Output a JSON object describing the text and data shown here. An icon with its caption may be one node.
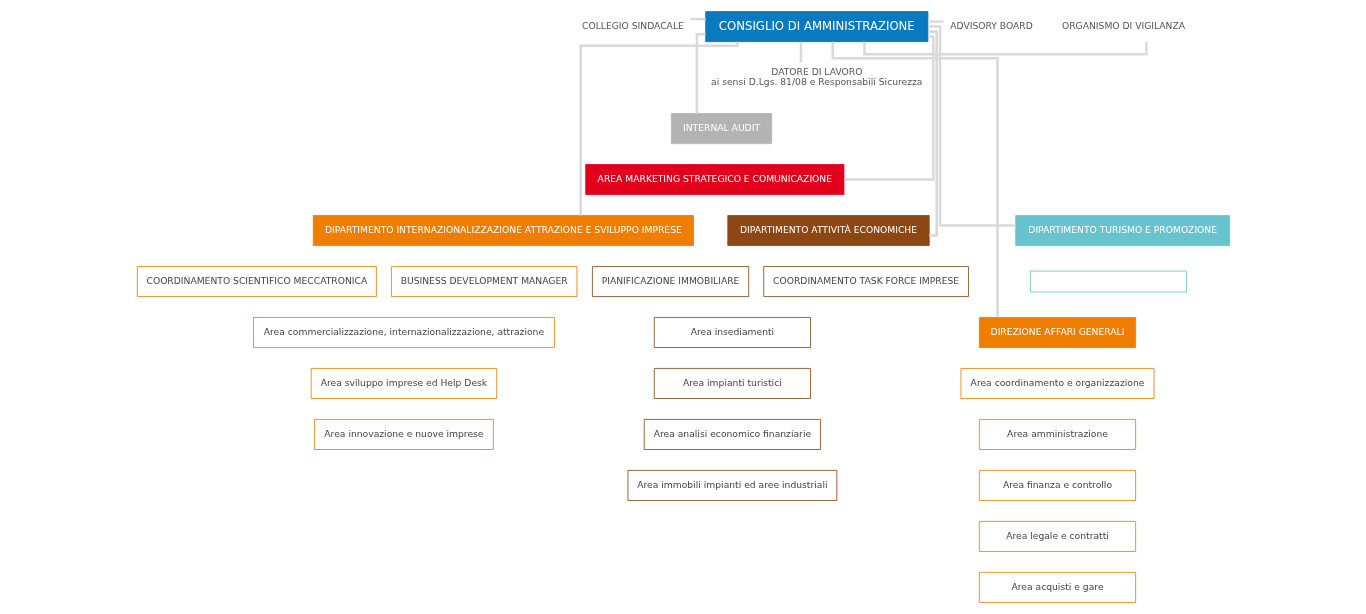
{
  "diagram": {
    "nodes": [
      {
        "text": [
          "CONSIGLIO DI AMMINISTRAZIONE"
        ]
      },
      {
        "text": [
          "COLLEGIO SINDACALE"
        ]
      },
      {
        "text": [
          "ADVISORY BOARD"
        ]
      },
      {
        "text": [
          "ORGANISMO DI VIGILANZA"
        ]
      },
      {
        "text": [
          "DATORE DI LAVORO",
          "ai sensi D.Lgs. 81/08 e Responsabili Sicurezza"
        ]
      },
      {
        "text": [
          "INTERNAL AUDIT"
        ]
      },
      {
        "text": [
          "AREA MARKETING STRATEGICO E COMUNICAZIONE"
        ]
      },
      {
        "text": [
          "DIREZIONE AFFARI GENERALI"
        ]
      },
      {
        "text": [
          "Area coordinamento e organizzazione"
        ]
      },
      {
        "text": [
          "Area amministrazione"
        ]
      },
      {
        "text": [
          "Area finanza e controllo"
        ]
      },
      {
        "text": [
          "Area legale e contratti"
        ]
      },
      {
        "text": [
          "Area acquisti e gare"
        ]
      },
      {
        "text": [
          "DIPARTIMENTO INTERNAZIONALIZZAZIONE ATTRAZIONE E SVILUPPO IMPRESE"
        ]
      },
      {
        "text": [
          "COORDINAMENTO SCIENTIFICO MECCATRONICA"
        ]
      },
      {
        "text": [
          "BUSINESS DEVELOPMENT MANAGER"
        ]
      },
      {
        "text": [
          "Area commercializzazione, internazionalizzazione, attrazione"
        ]
      },
      {
        "text": [
          "Area sviluppo imprese ed Help Desk"
        ]
      },
      {
        "text": [
          "Area innovazione e nuove imprese"
        ]
      },
      {
        "text": [
          "DIPARTIMENTO ATTIVITÀ ECONOMICHE"
        ]
      },
      {
        "text": [
          "PIANIFICAZIONE IMMOBILIARE"
        ]
      },
      {
        "text": [
          "COORDINAMENTO TASK FORCE IMPRESE"
        ]
      },
      {
        "text": [
          "Area insediamenti"
        ]
      },
      {
        "text": [
          "Area impianti turistici"
        ]
      },
      {
        "text": [
          "Area analisi economico finanziarie"
        ]
      },
      {
        "text": [
          "Area immobili impianti ed aree industriali"
        ]
      },
      {
        "text": [
          "DIPARTIMENTO TURISMO E PROMOZIONE"
        ]
      },
      {
        "text": [],
        "shape": "box"
      }
    ],
    "edges": [
      {
        "from": 0,
        "to": 1,
        "arrow": "none"
      },
      {
        "from": 0,
        "to": 2,
        "arrow": "none"
      },
      {
        "from": 0,
        "to": 3,
        "arrow": "none"
      },
      {
        "from": 0,
        "to": 4,
        "arrow": "none"
      },
      {
        "from": 0,
        "to": 5,
        "arrow": "none"
      },
      {
        "from": 0,
        "to": 6,
        "arrow": "none"
      },
      {
        "from": 0,
        "to": 7,
        "arrow": "none"
      },
      {
        "from": 0,
        "to": 13,
        "arrow": "none"
      },
      {
        "from": 0,
        "to": 19,
        "arrow": "none"
      },
      {
        "from": 0,
        "to": 26,
        "arrow": "none"
      }
    ]
  }
}
